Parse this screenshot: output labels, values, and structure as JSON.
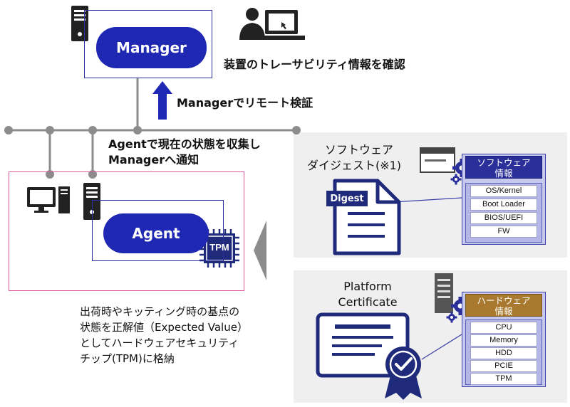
{
  "manager": {
    "label": "Manager"
  },
  "agent": {
    "label": "Agent"
  },
  "tpm": {
    "label": "TPM"
  },
  "captions": {
    "operator_check": "装置のトレーサビリティ情報を確認",
    "remote_verify": "Managerでリモート検証",
    "collect_line1": "Agentで現在の状態を収集し",
    "collect_line2": "Managerへ通知",
    "note_line1": "出荷時やキッティング時の基点の",
    "note_line2": "状態を正解値（Expected Value）",
    "note_line3": "としてハードウェアセキュリティ",
    "note_line4": "チップ(TPM)に格納"
  },
  "software_panel": {
    "title_line1": "ソフトウェア",
    "title_line2": "ダイジェスト(※1)",
    "digest_tag": "Digest",
    "info_title_line1": "ソフトウェア",
    "info_title_line2": "情報",
    "items": [
      "OS/Kernel",
      "Boot Loader",
      "BIOS/UEFI",
      "FW"
    ]
  },
  "hardware_panel": {
    "title_line1": "Platform",
    "title_line2": "Certificate",
    "info_title_line1": "ハードウェア",
    "info_title_line2": "情報",
    "items": [
      "CPU",
      "Memory",
      "HDD",
      "PCIE",
      "TPM"
    ]
  },
  "colors": {
    "navy": "#1f28b3",
    "frame_blue": "#2b2f9a",
    "agent_frame_pink": "#e0559b",
    "network_gray": "#8c8c8c",
    "hardware_header": "#a8792e",
    "panel_gray": "#efefef"
  },
  "icons": [
    "server-icon",
    "operator-at-computer-icon",
    "up-arrow-icon",
    "desktop-pc-icon",
    "tpm-chip-icon",
    "gear-icon",
    "document-icon",
    "certificate-icon",
    "award-badge-icon",
    "left-pointer-triangle-icon"
  ]
}
